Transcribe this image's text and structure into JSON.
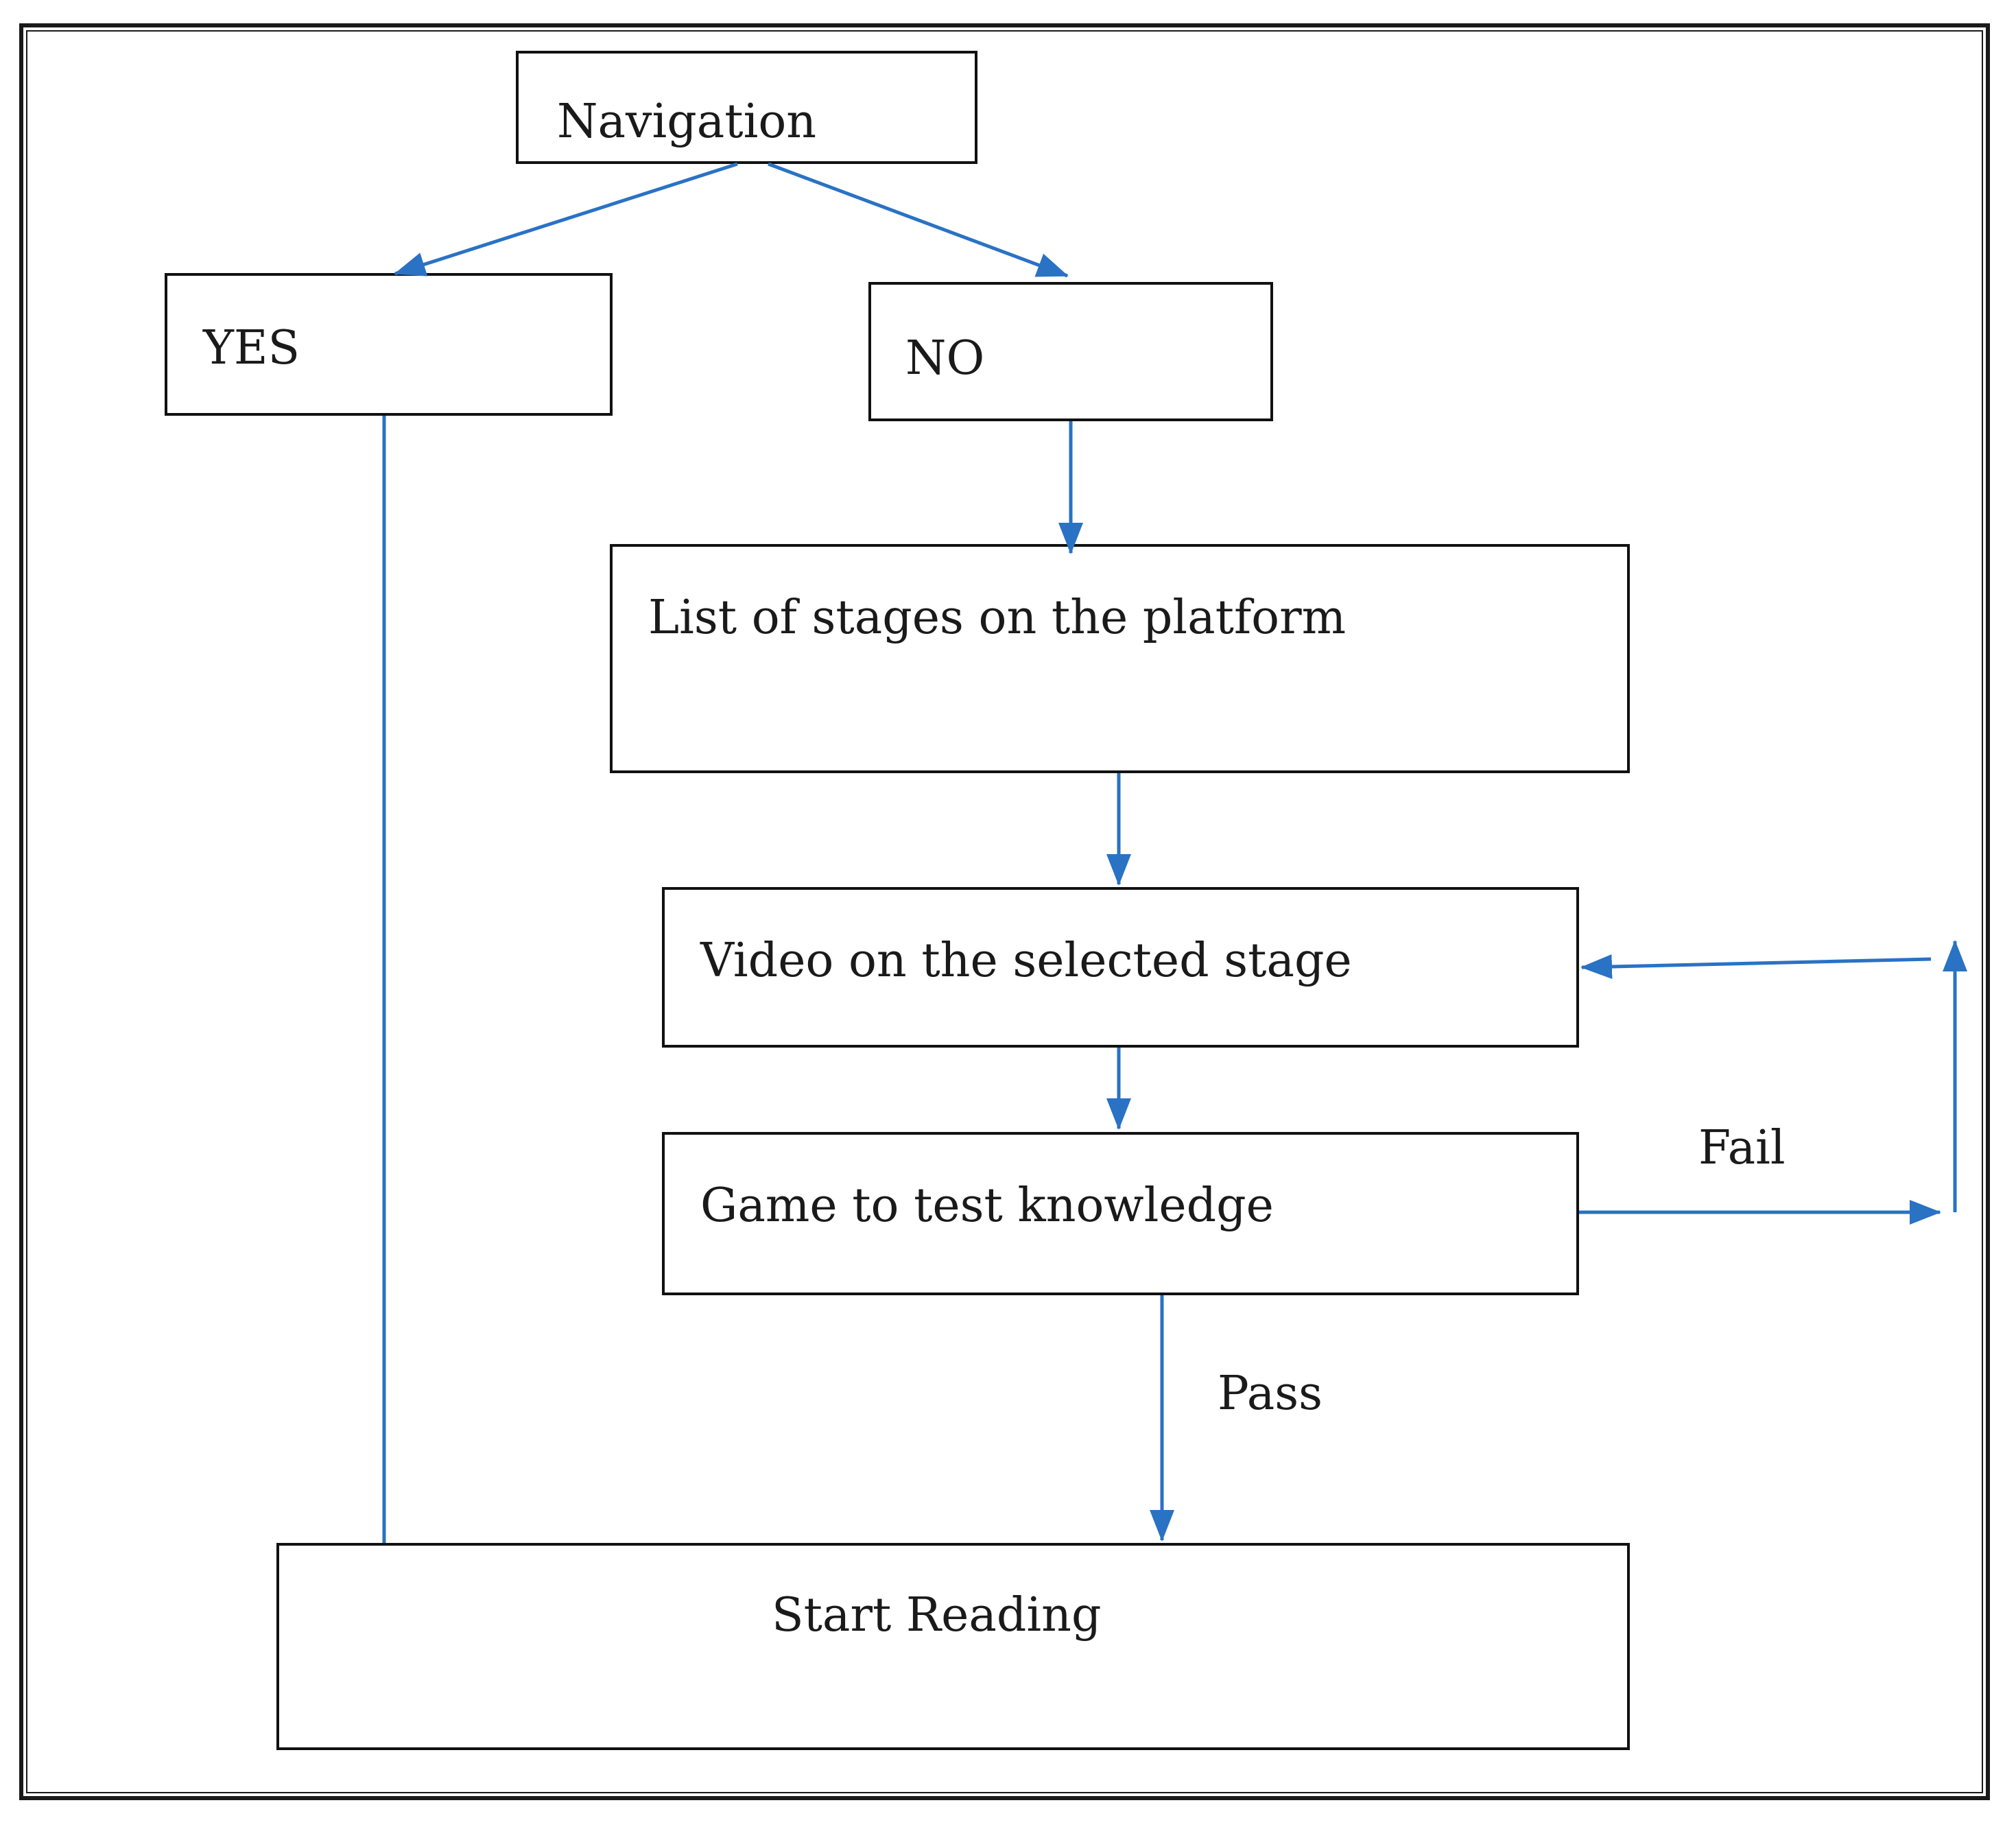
{
  "nodes": {
    "navigation": "Navigation",
    "yes": "YES",
    "no": "NO",
    "stages": "List of stages on the platform",
    "video": "Video on the selected stage",
    "game": "Game to test knowledge",
    "start": "Start Reading"
  },
  "edges": {
    "fail": "Fail",
    "pass": "Pass"
  },
  "colors": {
    "arrow": "#2a72c4",
    "box_border": "#111111"
  }
}
